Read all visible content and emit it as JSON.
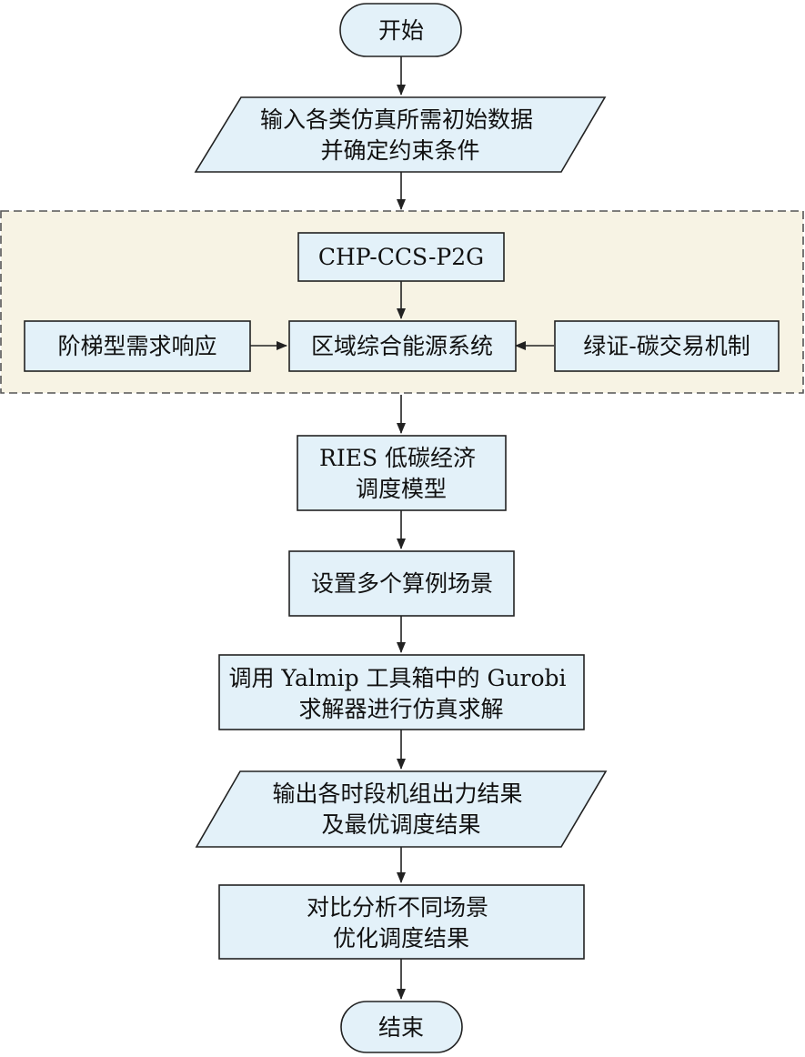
{
  "colors": {
    "node_fill": "#e3f1f9",
    "group_fill": "#f7f3e4",
    "stroke": "#222222",
    "group_stroke": "#555555"
  },
  "nodes": {
    "start": {
      "lines": [
        "开始"
      ]
    },
    "input": {
      "lines": [
        "输入各类仿真所需初始数据",
        "并确定约束条件"
      ]
    },
    "chp": {
      "lines": [
        "CHP-CCS-P2G"
      ]
    },
    "demand": {
      "lines": [
        "阶梯型需求响应"
      ]
    },
    "ries": {
      "lines": [
        "区域综合能源系统"
      ]
    },
    "green": {
      "lines": [
        "绿证-碳交易机制"
      ]
    },
    "model": {
      "lines": [
        "RIES 低碳经济",
        "调度模型"
      ]
    },
    "scenes": {
      "lines": [
        "设置多个算例场景"
      ]
    },
    "solve": {
      "lines": [
        "调用 Yalmip 工具箱中的 Gurobi",
        "求解器进行仿真求解"
      ]
    },
    "output": {
      "lines": [
        "输出各时段机组出力结果",
        "及最优调度结果"
      ]
    },
    "compare": {
      "lines": [
        "对比分析不同场景",
        "优化调度结果"
      ]
    },
    "end": {
      "lines": [
        "结束"
      ]
    }
  }
}
